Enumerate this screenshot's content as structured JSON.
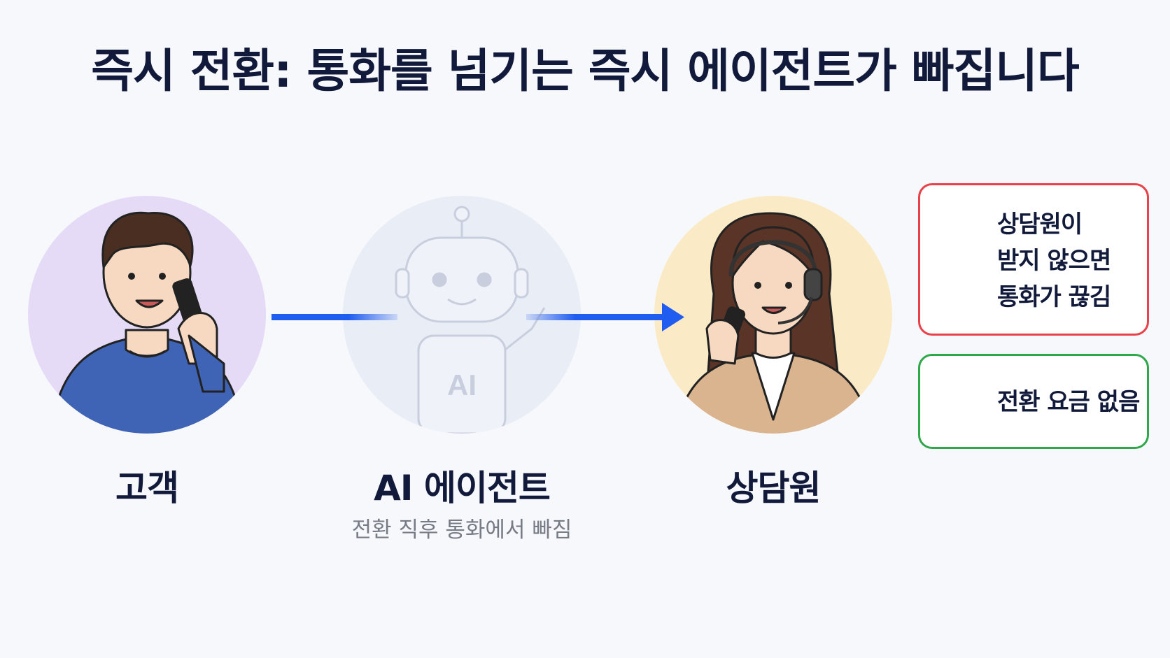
{
  "title": "즉시 전환: 통화를 넘기는 즉시 에이전트가 빠집니다",
  "nodes": {
    "customer": {
      "label": "고객"
    },
    "agent": {
      "label": "AI 에이전트",
      "sublabel": "전환 직후 통화에서 빠짐",
      "badge": "AI"
    },
    "counselor": {
      "label": "상담원"
    }
  },
  "notes": {
    "warning": {
      "lines": [
        "상담원이",
        "받지 않으면",
        "통화가 끊김"
      ],
      "icon": "x-circle-icon"
    },
    "ok": {
      "lines": [
        "전환 요금 없음"
      ],
      "icon": "check-circle-icon"
    }
  },
  "colors": {
    "arrow": "#1f5cf0",
    "customer_bg": "#e6dbf7",
    "agent_bg": "#e8edf6",
    "counselor_bg": "#faebc6",
    "danger": "#e8414a",
    "success": "#2ea84a",
    "title": "#111a3a"
  }
}
